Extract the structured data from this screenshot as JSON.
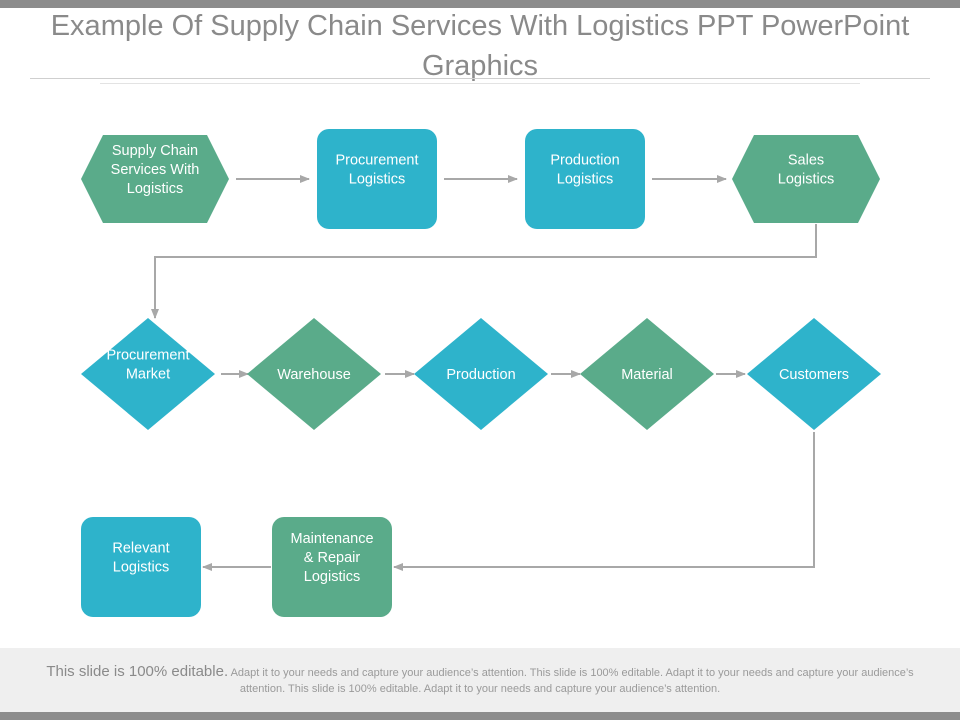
{
  "title": "Example Of Supply Chain Services With Logistics PPT PowerPoint Graphics",
  "colors": {
    "green": "#5aab8a",
    "blue": "#2eb3cb",
    "connector": "#a8a8a8"
  },
  "nodes": [
    {
      "id": "supply-chain-services",
      "shape": "hexagon",
      "color": "green",
      "lines": [
        "Supply Chain",
        "Services With",
        "Logistics"
      ]
    },
    {
      "id": "procurement-logistics",
      "shape": "rounded-rect",
      "color": "blue",
      "lines": [
        "Procurement",
        "Logistics"
      ]
    },
    {
      "id": "production-logistics",
      "shape": "rounded-rect",
      "color": "blue",
      "lines": [
        "Production",
        "Logistics"
      ]
    },
    {
      "id": "sales-logistics",
      "shape": "hexagon",
      "color": "green",
      "lines": [
        "Sales",
        "Logistics"
      ]
    },
    {
      "id": "procurement-market",
      "shape": "diamond",
      "color": "blue",
      "lines": [
        "Procurement",
        "Market"
      ]
    },
    {
      "id": "warehouse",
      "shape": "diamond",
      "color": "green",
      "lines": [
        "Warehouse"
      ]
    },
    {
      "id": "production",
      "shape": "diamond",
      "color": "blue",
      "lines": [
        "Production"
      ]
    },
    {
      "id": "material",
      "shape": "diamond",
      "color": "green",
      "lines": [
        "Material"
      ]
    },
    {
      "id": "customers",
      "shape": "diamond",
      "color": "blue",
      "lines": [
        "Customers"
      ]
    },
    {
      "id": "maintenance-repair-logistics",
      "shape": "rounded-rect",
      "color": "green",
      "lines": [
        "Maintenance",
        "& Repair",
        "Logistics"
      ]
    },
    {
      "id": "relevant-logistics",
      "shape": "rounded-rect",
      "color": "blue",
      "lines": [
        "Relevant",
        "Logistics"
      ]
    }
  ],
  "edges": [
    {
      "from": "supply-chain-services",
      "to": "procurement-logistics"
    },
    {
      "from": "procurement-logistics",
      "to": "production-logistics"
    },
    {
      "from": "production-logistics",
      "to": "sales-logistics"
    },
    {
      "from": "sales-logistics",
      "to": "procurement-market"
    },
    {
      "from": "procurement-market",
      "to": "warehouse"
    },
    {
      "from": "warehouse",
      "to": "production"
    },
    {
      "from": "production",
      "to": "material"
    },
    {
      "from": "material",
      "to": "customers"
    },
    {
      "from": "customers",
      "to": "maintenance-repair-logistics"
    },
    {
      "from": "maintenance-repair-logistics",
      "to": "relevant-logistics"
    }
  ],
  "footer": {
    "lead": "This slide is 100% editable.",
    "body": "Adapt it to your needs and capture your audience’s attention. This slide is 100% editable. Adapt it to your needs and capture your audience’s attention. This slide is 100% editable. Adapt it to your needs and capture your audience’s attention."
  }
}
